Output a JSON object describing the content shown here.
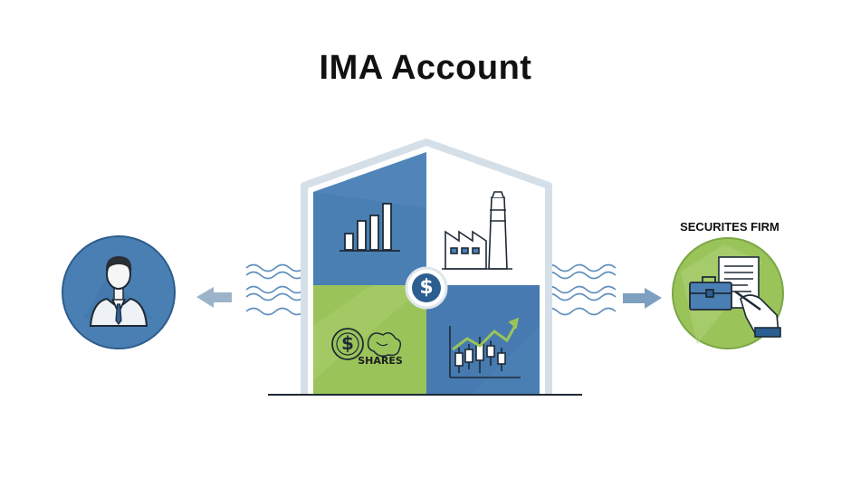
{
  "title": "IMA Account",
  "firm": {
    "label": "SECURITES FIRM"
  },
  "house": {
    "center_symbol": "$",
    "shares_label": "SHARES",
    "coin_symbol": "$"
  },
  "colors": {
    "blue": "#4a7fb4",
    "dark_blue": "#2b5f91",
    "green": "#9ac45a",
    "light_green": "#b9d786",
    "outline": "#d9e2ea",
    "ink": "#1e2a36"
  },
  "icons": [
    "person-icon",
    "left-arrow-icon",
    "wave-icon",
    "bar-chart-icon",
    "factory-icon",
    "dollar-coin-icon",
    "candlestick-chart-icon",
    "right-arrow-icon",
    "briefcase-icon",
    "document-icon",
    "hand-pen-icon"
  ]
}
